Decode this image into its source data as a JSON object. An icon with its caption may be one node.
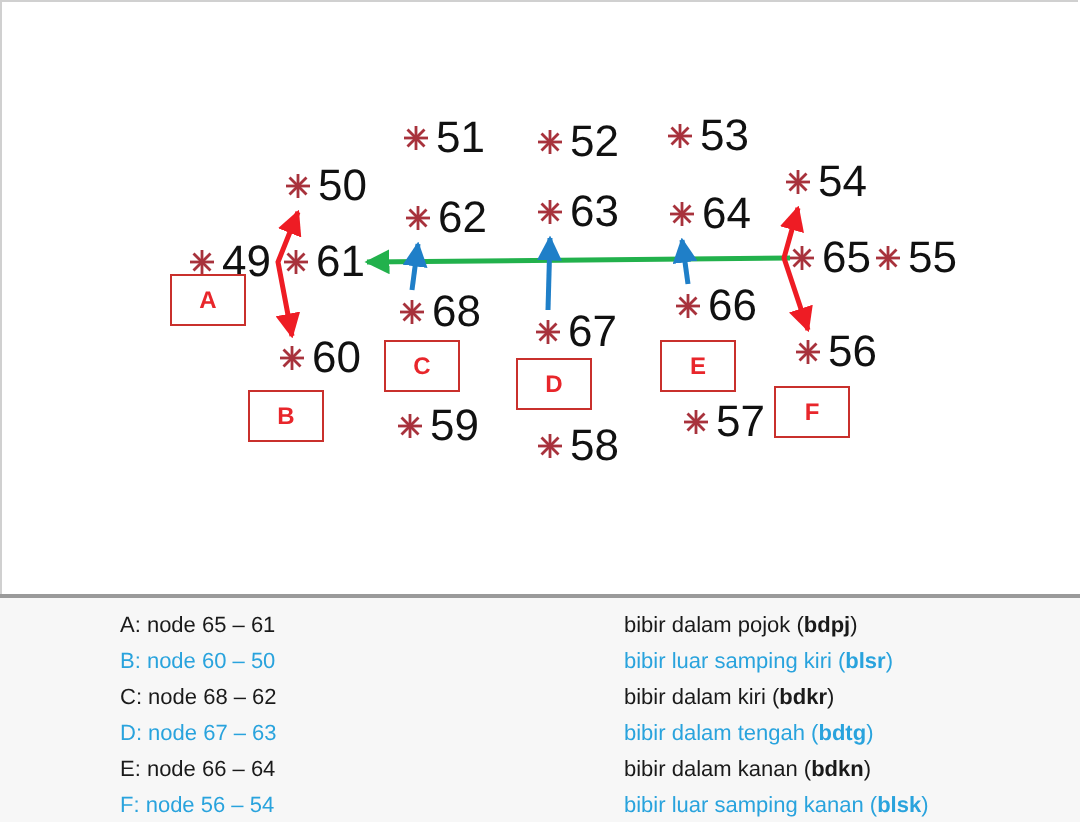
{
  "diagram": {
    "nodes": [
      {
        "text": [
          "49"
        ]
      },
      {
        "text": [
          "50"
        ]
      },
      {
        "text": [
          "51"
        ]
      },
      {
        "text": [
          "52"
        ]
      },
      {
        "text": [
          "53"
        ]
      },
      {
        "text": [
          "54"
        ]
      },
      {
        "text": [
          "55"
        ]
      },
      {
        "text": [
          "56"
        ]
      },
      {
        "text": [
          "57"
        ]
      },
      {
        "text": [
          "58"
        ]
      },
      {
        "text": [
          "59"
        ]
      },
      {
        "text": [
          "60"
        ]
      },
      {
        "text": [
          "61"
        ]
      },
      {
        "text": [
          "62"
        ]
      },
      {
        "text": [
          "63"
        ]
      },
      {
        "text": [
          "64"
        ]
      },
      {
        "text": [
          "65"
        ]
      },
      {
        "text": [
          "66"
        ]
      },
      {
        "text": [
          "67"
        ]
      },
      {
        "text": [
          "68"
        ]
      },
      {
        "text": [
          "A"
        ]
      },
      {
        "text": [
          "B"
        ]
      },
      {
        "text": [
          "C"
        ]
      },
      {
        "text": [
          "D"
        ]
      },
      {
        "text": [
          "E"
        ]
      },
      {
        "text": [
          "F"
        ]
      }
    ],
    "edges": [
      {
        "from": 16,
        "to": 12,
        "arrow": "to",
        "color": "#22b14c"
      },
      {
        "from": 11,
        "to": 1,
        "arrow": "both",
        "color": "#ee1c24"
      },
      {
        "from": 19,
        "to": 13,
        "arrow": "to"
      },
      {
        "from": 18,
        "to": 14,
        "arrow": "to"
      },
      {
        "from": 17,
        "to": 15,
        "arrow": "to"
      },
      {
        "from": 7,
        "to": 5,
        "arrow": "both",
        "color": "#ee1c24"
      }
    ],
    "labels": [
      "A: node 65 – 61",
      "bibir dalam pojok (**bdpj**)",
      "B: node 60 – 50",
      "bibir luar samping kiri (**blsr**)",
      "C: node 68 – 62",
      "bibir dalam kiri (**bdkr**)",
      "D: node 67 – 63",
      "bibir dalam tengah (**bdtg**)",
      "E: node 66 – 64",
      "bibir dalam kanan (**bdkn**)",
      "F: node 56 – 54",
      "bibir luar samping kanan (**blsk**)"
    ]
  }
}
